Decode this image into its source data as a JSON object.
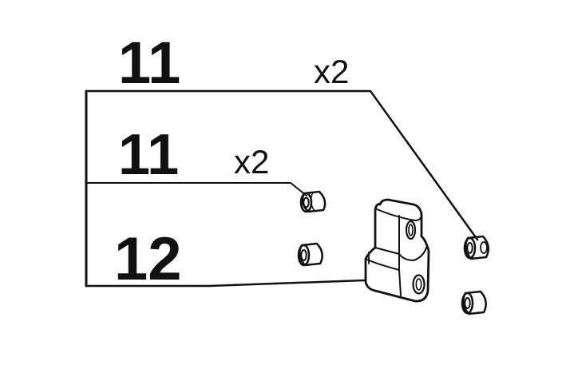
{
  "labels": {
    "top_part": "11",
    "top_qty": "x2",
    "middle_part": "11",
    "middle_qty": "x2",
    "bottom_part": "12"
  },
  "colors": {
    "ink": "#111111",
    "paper": "#ffffff"
  }
}
